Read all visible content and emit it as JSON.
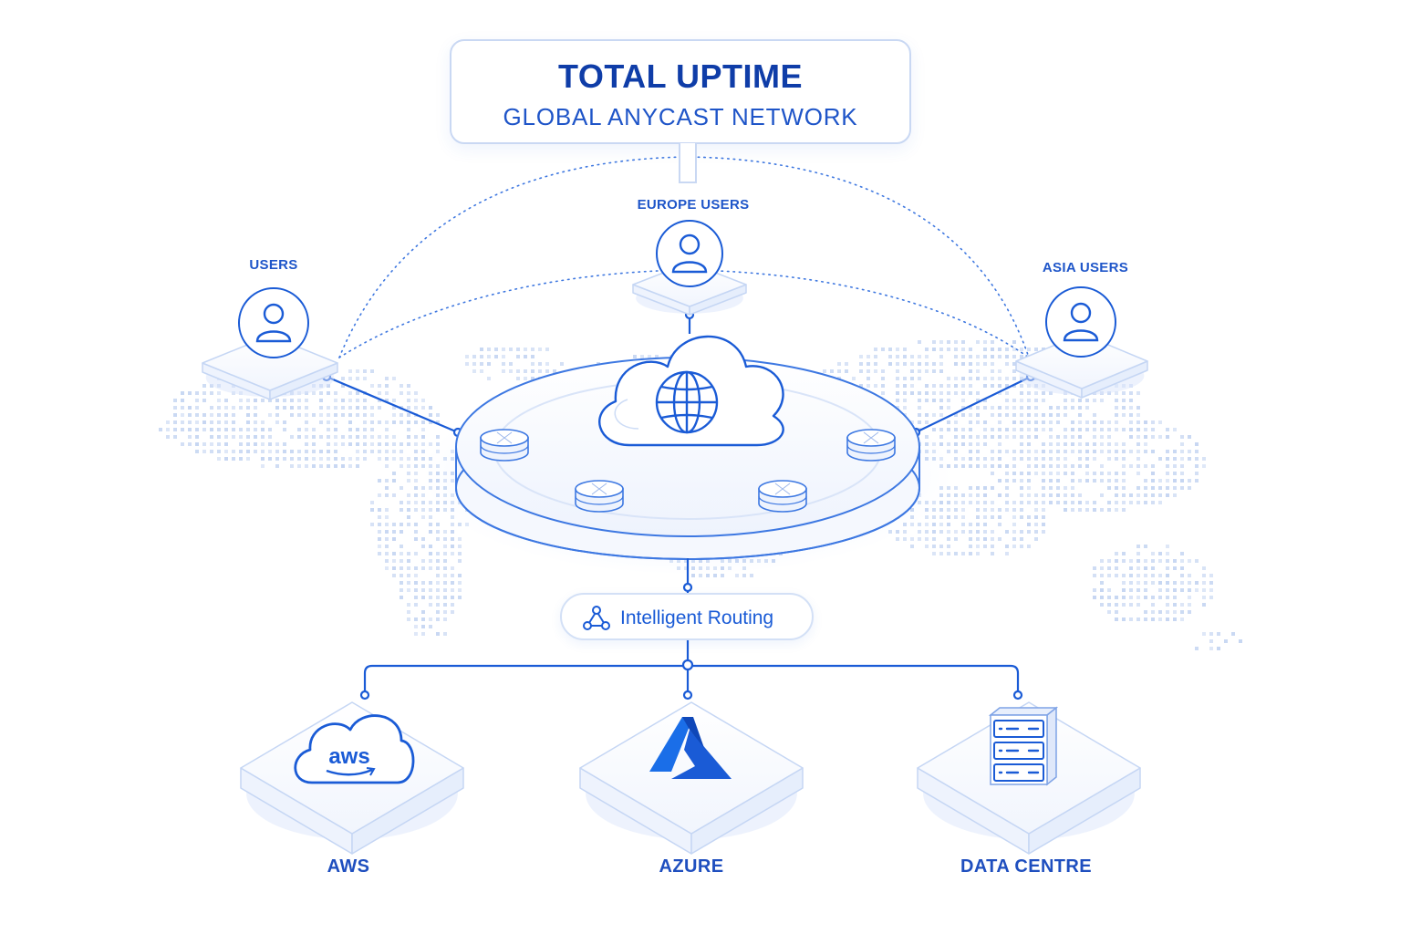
{
  "title": {
    "main": "TOTAL UPTIME",
    "sub": "GLOBAL ANYCAST NETWORK"
  },
  "users": {
    "left": "USERS",
    "europe": "EUROPE USERS",
    "asia": "ASIA USERS"
  },
  "routing": {
    "label": "Intelligent Routing"
  },
  "destinations": {
    "aws": {
      "label": "AWS",
      "logo_text": "aws"
    },
    "azure": {
      "label": "AZURE"
    },
    "datacentre": {
      "label": "DATA CENTRE"
    }
  },
  "colors": {
    "primary": "#1a5bd6",
    "dark": "#0f3da8",
    "light_stroke": "#c9d8f3",
    "map_dots": "#c6d6f2"
  },
  "icons": [
    "user-icon",
    "cloud-icon",
    "globe-icon",
    "database-icon",
    "network-icon",
    "aws-logo-icon",
    "azure-logo-icon",
    "server-rack-icon"
  ]
}
